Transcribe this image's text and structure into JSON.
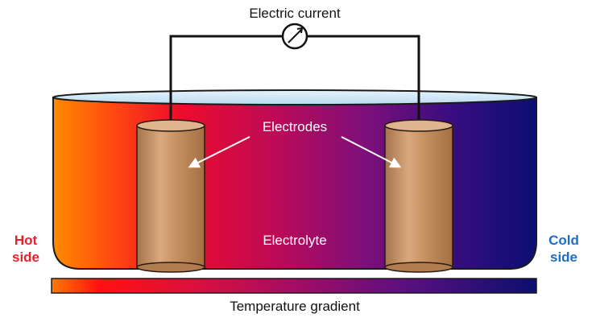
{
  "labels": {
    "current": "Electric current",
    "electrodes": "Electrodes",
    "electrolyte": "Electrolyte",
    "hot_line1": "Hot",
    "hot_line2": "side",
    "cold_line1": "Cold",
    "cold_line2": "side",
    "gradient": "Temperature gradient"
  },
  "colors": {
    "hot_text": "#e8212b",
    "cold_text": "#1f6cc4",
    "gradient_hot": "#ff7a00",
    "gradient_mid": "#e0105a",
    "gradient_cold": "#0b0f72",
    "electrode": "#c99463",
    "liquid_surface": "#cfe6f7"
  },
  "icons": {
    "meter": "ammeter-icon"
  }
}
